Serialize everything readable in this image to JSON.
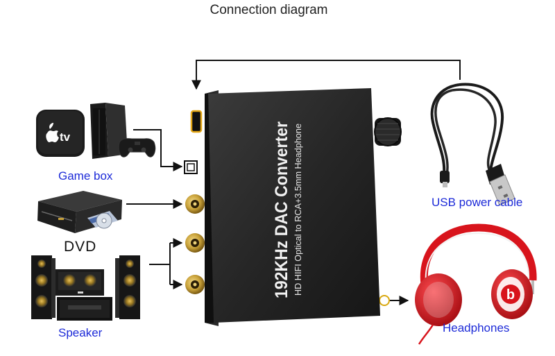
{
  "title": "Connection diagram",
  "device": {
    "model_text": "192KHz DAC Converter",
    "sub_text": "HD HIFI Optical to RCA+3.5mm Headphone"
  },
  "labels": {
    "game_box": "Game box",
    "dvd": "DVD",
    "speaker": "Speaker",
    "usb_power": "USB power cable",
    "headphones": "Headphones"
  },
  "icons": {
    "apple_tv_text": "tv",
    "headphones_logo": "b"
  },
  "colors": {
    "label_blue": "#1c2ad8",
    "device_body": "#2a2a2a",
    "port_gold": "#c9a23a",
    "headphone_red": "#d8141c"
  }
}
